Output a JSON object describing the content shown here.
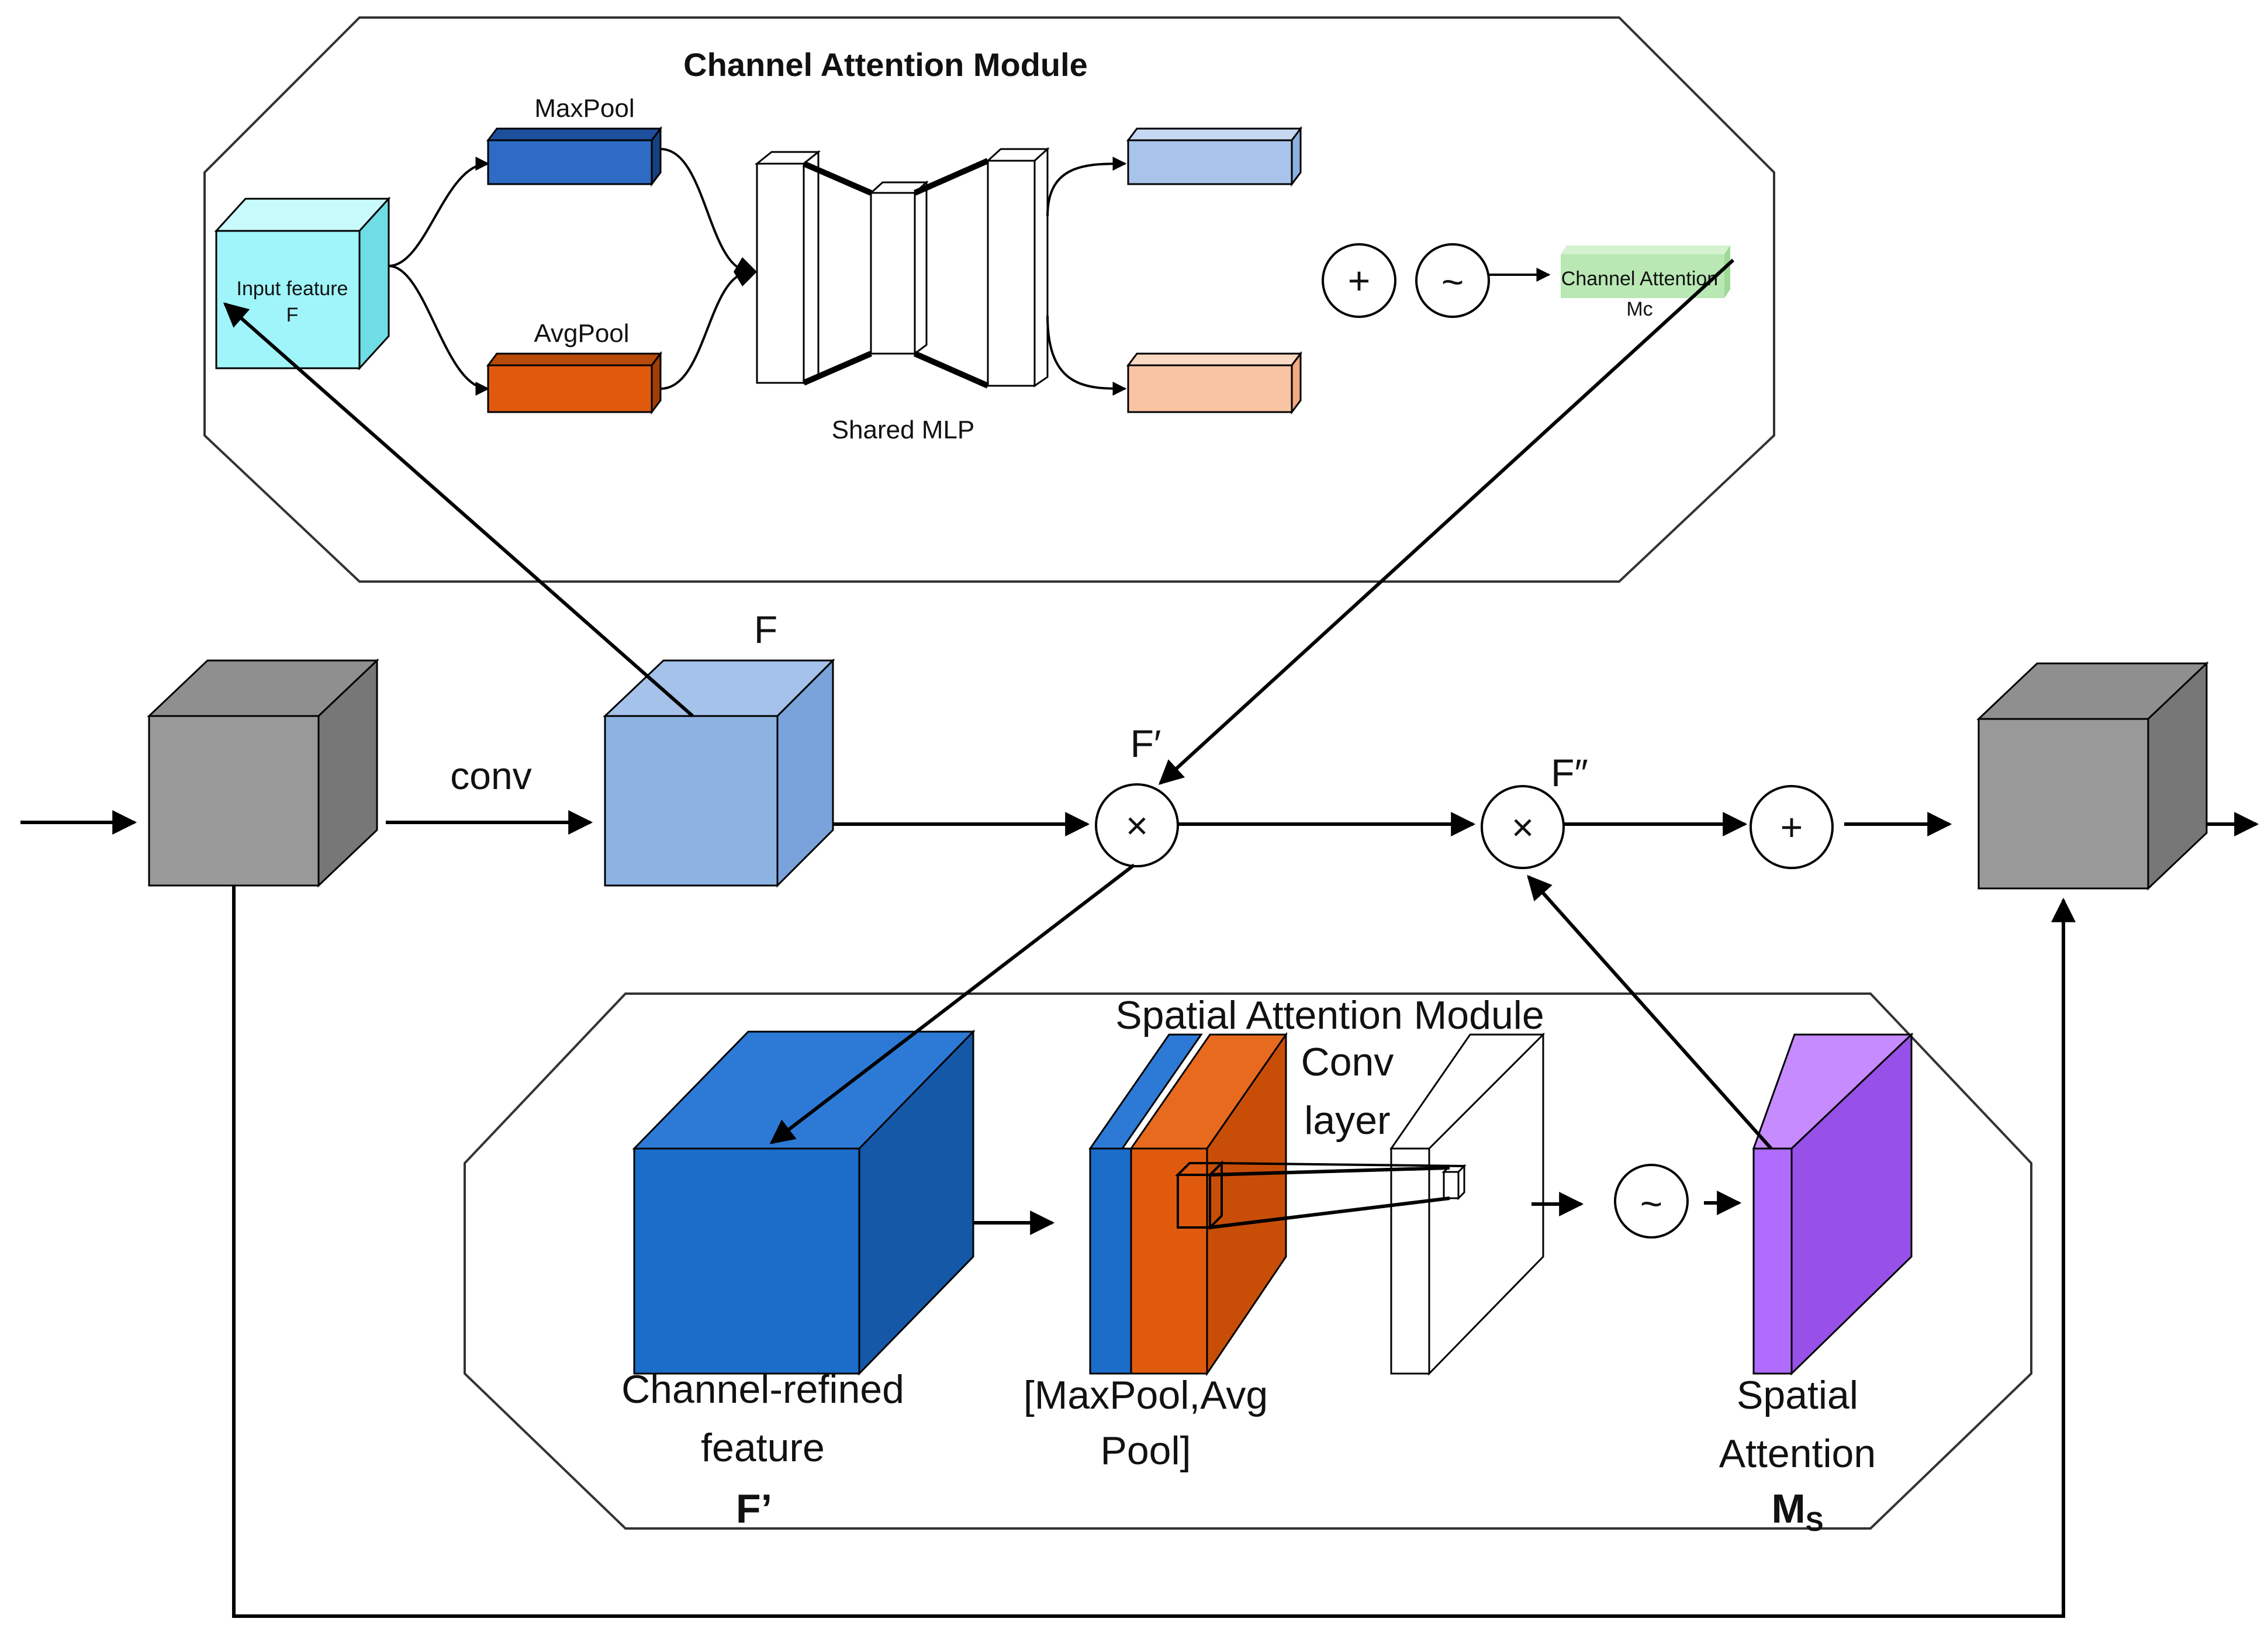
{
  "channel_attention": {
    "title": "Channel Attention Module",
    "input_feature_line1": "Input feature",
    "input_feature_line2": "F",
    "maxpool_label": "MaxPool",
    "avgpool_label": "AvgPool",
    "shared_mlp_label": "Shared MLP",
    "plus_symbol": "+",
    "sigmoid_symbol": "~",
    "output_line1": "Channel Attention",
    "output_line2": "Mc"
  },
  "main_flow": {
    "conv_label": "conv",
    "f_label": "F",
    "f_prime_label": "F′",
    "f_double_prime_label": "F″",
    "multiply_symbol": "×",
    "plus_symbol": "+"
  },
  "spatial_attention": {
    "title": "Spatial Attention Module",
    "conv_layer_line1": "Conv",
    "conv_layer_line2": "layer",
    "channel_refined_line1": "Channel-refined",
    "channel_refined_line2": "feature",
    "channel_refined_symbol": "F’",
    "pool_line1": "[MaxPool,Avg",
    "pool_line2": "Pool]",
    "sigmoid_symbol": "~",
    "spatial_line1": "Spatial",
    "spatial_line2": "Attention",
    "ms_symbol": "M",
    "ms_subscript": "S"
  },
  "colors": {
    "input_feature": "#9ff5fa",
    "maxpool": "#2d6bc4",
    "avgpool": "#e05a0e",
    "mlp_out_top": "#a9c4ea",
    "mlp_out_bottom": "#f9c4a4",
    "channel_attention_map": "#b9e8b4",
    "gray_cube": "#999999",
    "f_cube": "#8db3e2",
    "channel_refined": "#1c6cc9",
    "pool_orange": "#e05a0e",
    "spatial_map": "#b06bff"
  }
}
